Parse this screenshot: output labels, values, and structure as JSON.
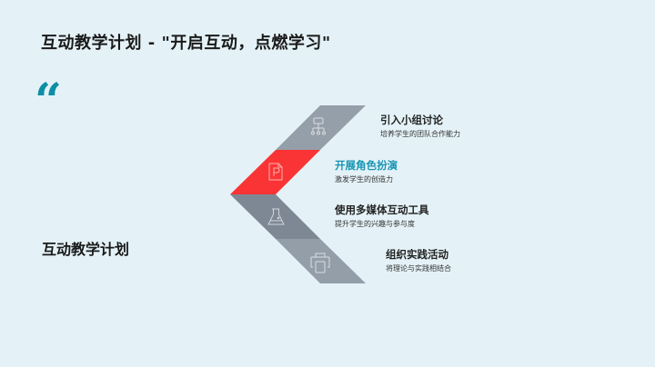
{
  "slide": {
    "title": "互动教学计划 - \"开启互动，点燃学习\"",
    "quote_icon": "“",
    "side_label": "互动教学计划"
  },
  "colors": {
    "background": "#e4f2f7",
    "accent": "#0e8ea6",
    "highlight": "#fa3434",
    "band_grey_1": "#959fa9",
    "band_grey_2": "#7e8894",
    "band_grey_3": "#939ea9"
  },
  "steps": [
    {
      "icon": "hierarchy-icon",
      "title": "引入小组讨论",
      "subtitle": "培养学生的团队合作能力",
      "active": false
    },
    {
      "icon": "document-p-icon",
      "title": "开展角色扮演",
      "subtitle": "激发学生的创造力",
      "active": true
    },
    {
      "icon": "flask-icon",
      "title": "使用多媒体互动工具",
      "subtitle": "提升学生的兴趣与参与度",
      "active": false
    },
    {
      "icon": "printer-icon",
      "title": "组织实践活动",
      "subtitle": "将理论与实践相结合",
      "active": false
    }
  ]
}
